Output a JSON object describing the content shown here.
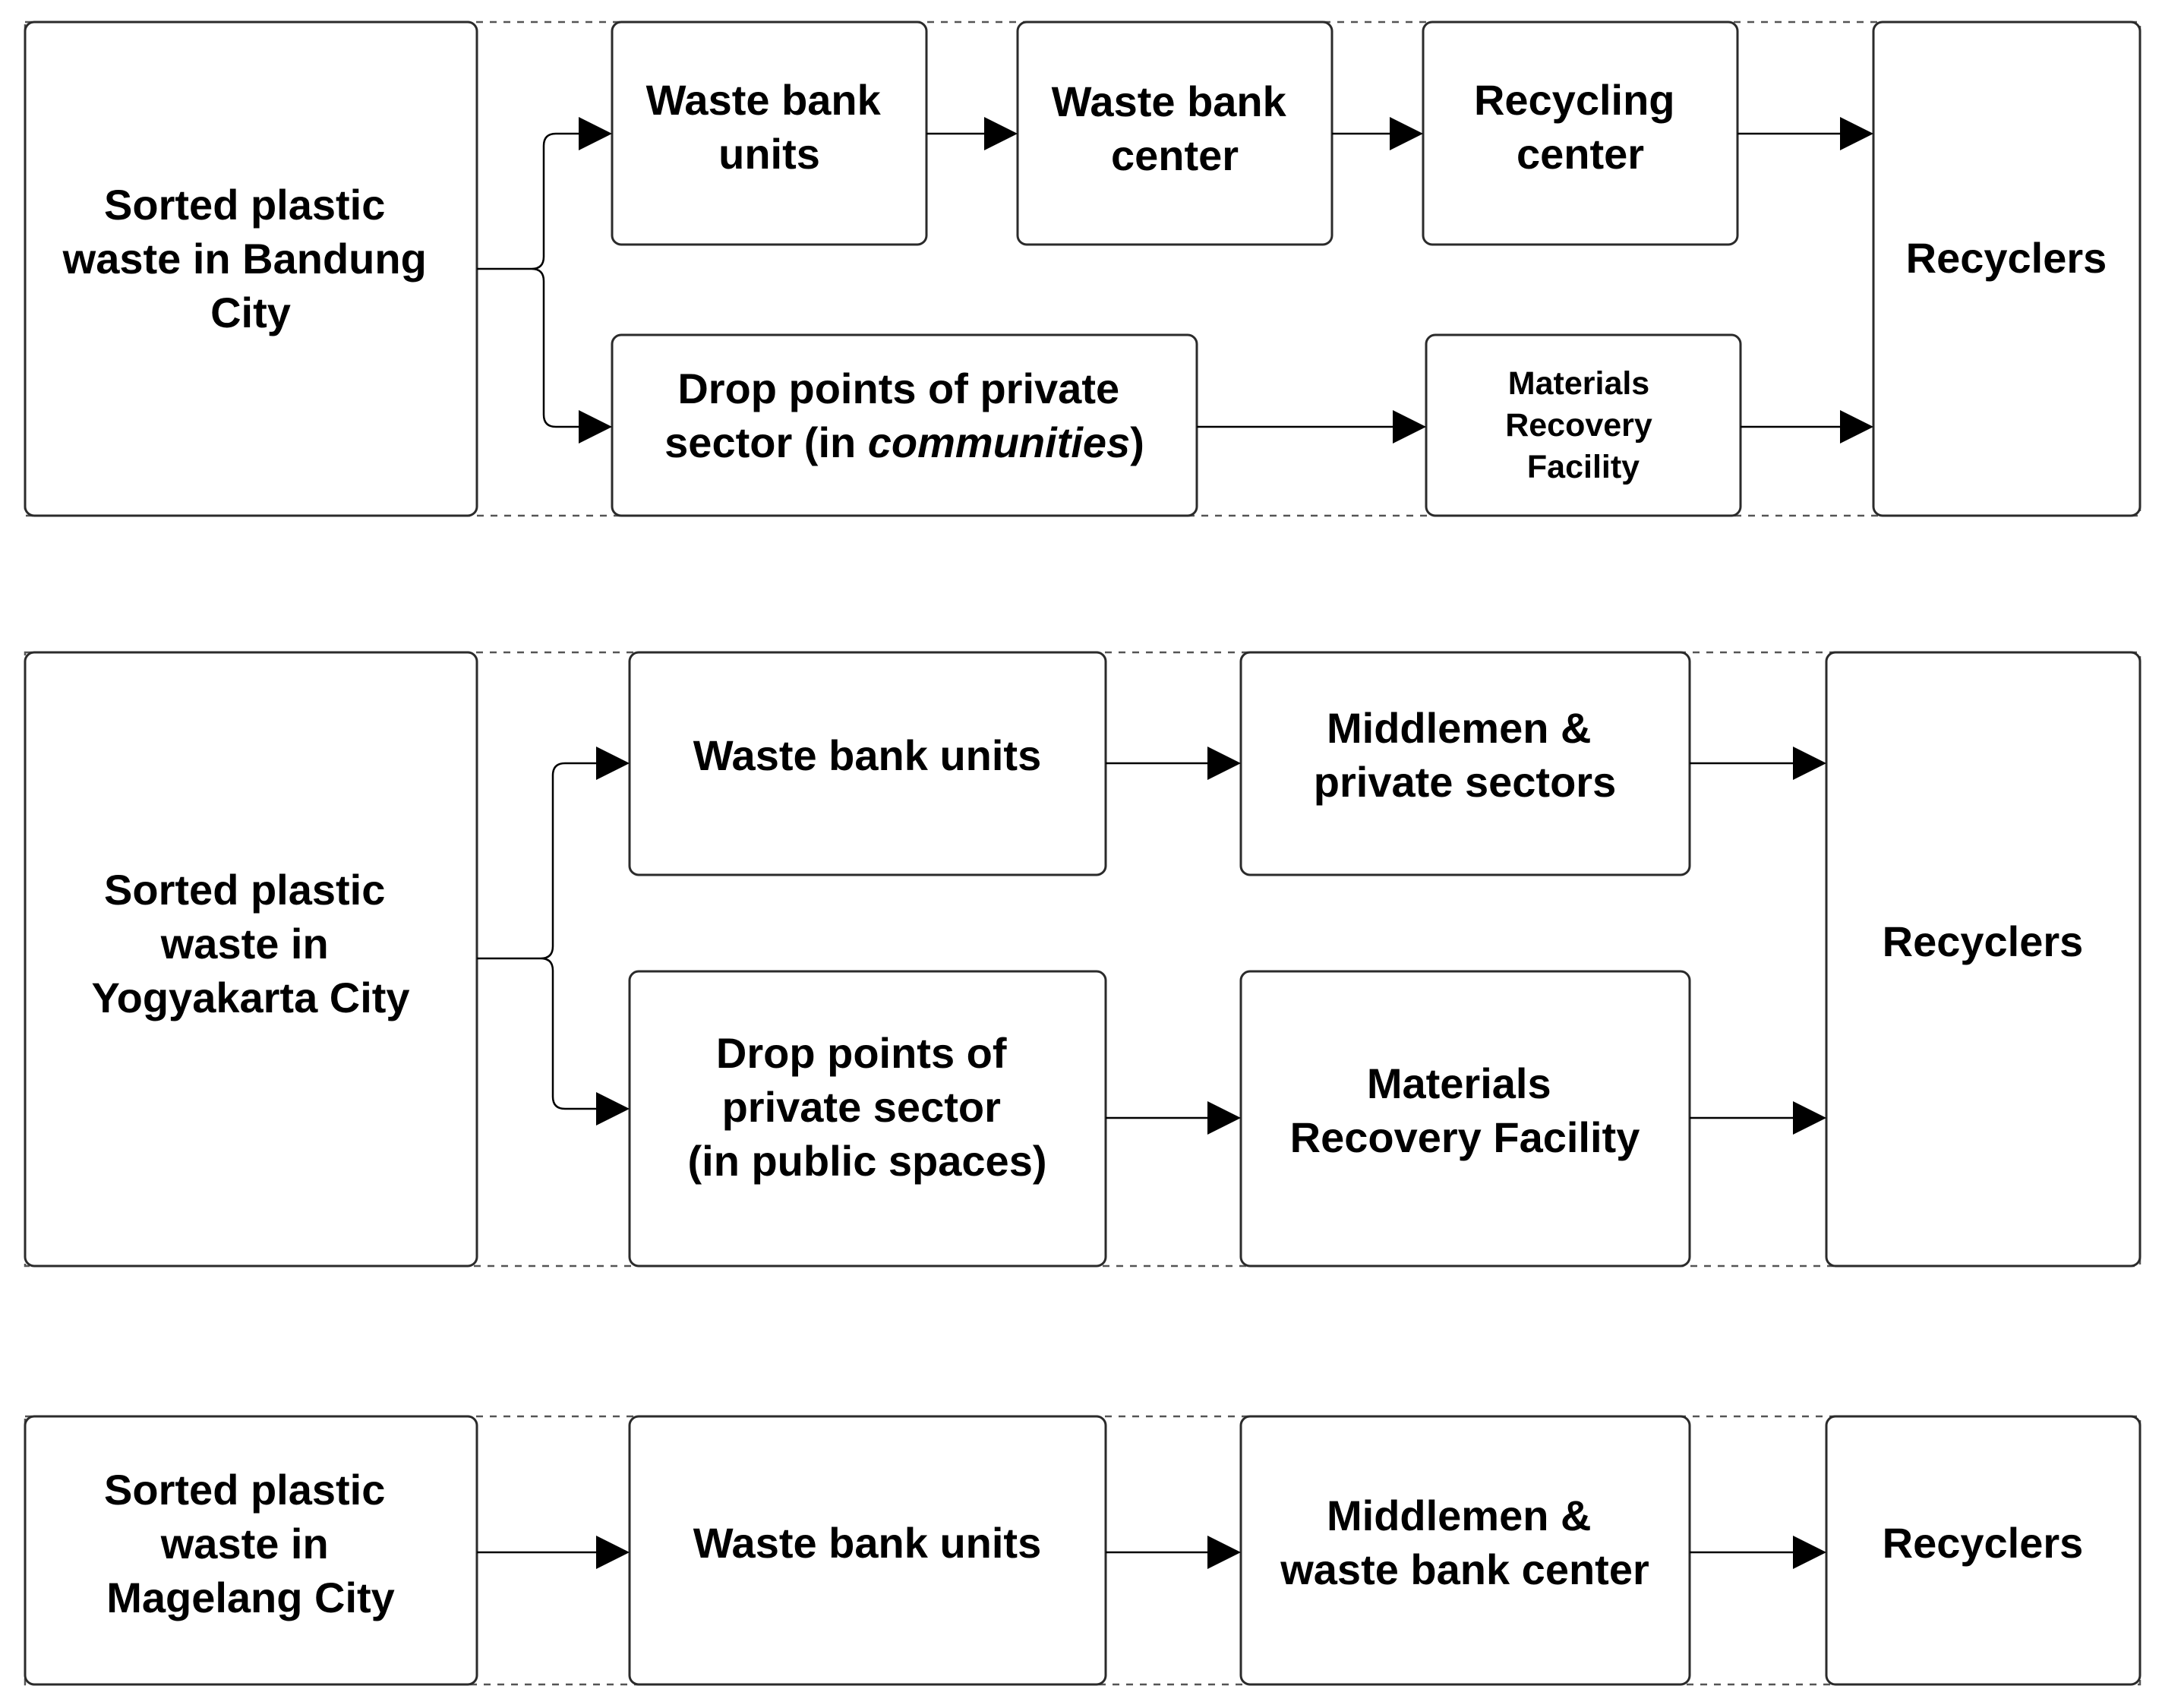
{
  "colors": {
    "box_stroke": "#2b2b2b",
    "edge": "#000000",
    "group_border": "#555555",
    "background": "#ffffff"
  },
  "bandung": {
    "source": [
      "Sorted plastic",
      "waste in Bandung",
      "City"
    ],
    "waste_bank_units": [
      "Waste bank",
      "units"
    ],
    "waste_bank_center": [
      "Waste bank",
      "center"
    ],
    "recycling_center": [
      "Recycling",
      "center"
    ],
    "drop_points_line1": "Drop points of private",
    "drop_points_line2_prefix": "sector (in ",
    "drop_points_line2_italic": "communities",
    "drop_points_line2_suffix": ")",
    "mrf": [
      "Materials",
      "Recovery",
      "Facility"
    ],
    "recyclers": "Recyclers"
  },
  "yogyakarta": {
    "source": [
      "Sorted plastic",
      "waste in",
      "Yogyakarta City"
    ],
    "waste_bank_units": "Waste bank units",
    "middlemen": [
      "Middlemen &",
      "private sectors"
    ],
    "drop_points": [
      "Drop points of",
      "private sector",
      "(in public spaces)"
    ],
    "mrf": [
      "Materials",
      "Recovery Facility"
    ],
    "recyclers": "Recyclers"
  },
  "magelang": {
    "source": [
      "Sorted plastic",
      "waste in",
      "Magelang City"
    ],
    "waste_bank_units": "Waste bank units",
    "middlemen": [
      "Middlemen &",
      "waste bank center"
    ],
    "recyclers": "Recyclers"
  }
}
